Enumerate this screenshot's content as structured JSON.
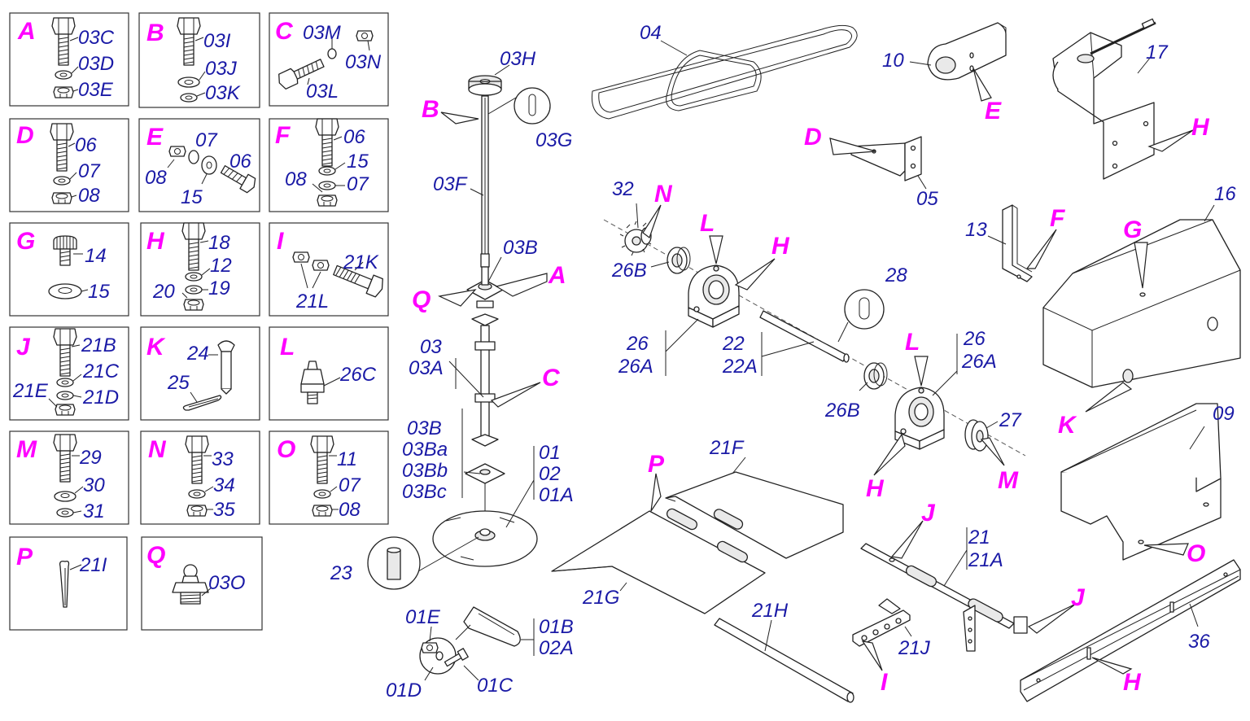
{
  "colors": {
    "letter": "#ff00ff",
    "number": "#1a1aa6",
    "line": "#222222"
  },
  "kits": {
    "A": {
      "letter": "A",
      "parts": [
        "03C",
        "03D",
        "03E"
      ]
    },
    "B": {
      "letter": "B",
      "parts": [
        "03I",
        "03J",
        "03K"
      ]
    },
    "C": {
      "letter": "C",
      "parts": [
        "03M",
        "03N",
        "03L"
      ]
    },
    "D": {
      "letter": "D",
      "parts": [
        "06",
        "07",
        "08"
      ]
    },
    "E": {
      "letter": "E",
      "parts": [
        "07",
        "08",
        "06",
        "15"
      ]
    },
    "F": {
      "letter": "F",
      "parts": [
        "06",
        "15",
        "08",
        "07"
      ]
    },
    "G": {
      "letter": "G",
      "parts": [
        "14",
        "15"
      ]
    },
    "H": {
      "letter": "H",
      "parts": [
        "18",
        "12",
        "20",
        "19"
      ]
    },
    "I": {
      "letter": "I",
      "parts": [
        "21K",
        "21L"
      ]
    },
    "J": {
      "letter": "J",
      "parts": [
        "21B",
        "21C",
        "21E",
        "21D"
      ]
    },
    "K": {
      "letter": "K",
      "parts": [
        "24",
        "25"
      ]
    },
    "L": {
      "letter": "L",
      "parts": [
        "26C"
      ]
    },
    "M": {
      "letter": "M",
      "parts": [
        "29",
        "30",
        "31"
      ]
    },
    "N": {
      "letter": "N",
      "parts": [
        "33",
        "34",
        "35"
      ]
    },
    "O": {
      "letter": "O",
      "parts": [
        "11",
        "07",
        "08"
      ]
    },
    "P": {
      "letter": "P",
      "parts": [
        "21I"
      ]
    },
    "Q": {
      "letter": "Q",
      "parts": [
        "03O"
      ]
    }
  },
  "callouts": {
    "p03H": "03H",
    "p03G": "03G",
    "p03F": "03F",
    "p03B": "03B",
    "p03": "03",
    "p03A": "03A",
    "p03Bgroup": [
      "03B",
      "03Ba",
      "03Bb",
      "03Bc"
    ],
    "p01group": [
      "01",
      "02",
      "01A"
    ],
    "p23": "23",
    "p01E": "01E",
    "p01D": "01D",
    "p01C": "01C",
    "p01Bgroup": [
      "01B",
      "02A"
    ],
    "p04": "04",
    "p10": "10",
    "p17": "17",
    "p05": "05",
    "p32": "32",
    "p26B_1": "26B",
    "p26B_2": "26B",
    "p26group_1": [
      "26",
      "26A"
    ],
    "p26group_2": [
      "26",
      "26A"
    ],
    "p22group": [
      "22",
      "22A"
    ],
    "p28": "28",
    "p27": "27",
    "p13": "13",
    "p16": "16",
    "p09": "09",
    "p21F": "21F",
    "p21G": "21G",
    "p21H": "21H",
    "p21group": [
      "21",
      "21A"
    ],
    "p21J": "21J",
    "p36": "36"
  },
  "markers": {
    "mB": "B",
    "mA": "A",
    "mQ": "Q",
    "mC": "C",
    "mE": "E",
    "mH17": "H",
    "mD": "D",
    "mN": "N",
    "mL1": "L",
    "mH1": "H",
    "mF": "F",
    "mG": "G",
    "mL2": "L",
    "mH2": "H",
    "mM": "M",
    "mK": "K",
    "mO": "O",
    "mP": "P",
    "mJ1": "J",
    "mJ2": "J",
    "mI": "I",
    "mH3": "H"
  }
}
